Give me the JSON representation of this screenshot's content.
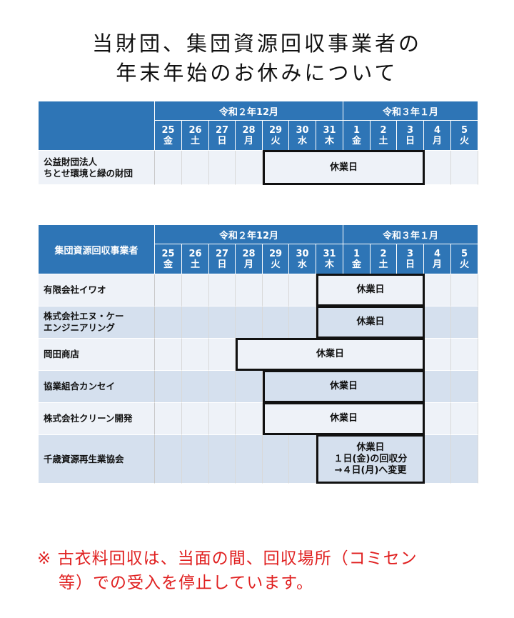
{
  "title": {
    "line1": "当財団、集団資源回収事業者の",
    "line2": "年末年始のお休みについて"
  },
  "months": {
    "dec": "令和２年12月",
    "jan": "令和３年１月"
  },
  "days": [
    {
      "num": "25",
      "dow": "金"
    },
    {
      "num": "26",
      "dow": "土"
    },
    {
      "num": "27",
      "dow": "日"
    },
    {
      "num": "28",
      "dow": "月"
    },
    {
      "num": "29",
      "dow": "火"
    },
    {
      "num": "30",
      "dow": "水"
    },
    {
      "num": "31",
      "dow": "木"
    },
    {
      "num": "1",
      "dow": "金"
    },
    {
      "num": "2",
      "dow": "土"
    },
    {
      "num": "3",
      "dow": "日"
    },
    {
      "num": "4",
      "dow": "月"
    },
    {
      "num": "5",
      "dow": "火"
    }
  ],
  "table1": {
    "corner": "",
    "rows": [
      {
        "name_l1": "公益財団法人",
        "name_l2": "ちとせ環境と緑の財団",
        "holiday": [
          "休業日"
        ],
        "start": 4,
        "end": 9
      }
    ]
  },
  "table2": {
    "corner": "集団資源回収事業者",
    "rows": [
      {
        "name_l1": "有限会社イワオ",
        "name_l2": "",
        "holiday": [
          "休業日"
        ],
        "start": 6,
        "end": 9
      },
      {
        "name_l1": "株式会社エヌ・ケー",
        "name_l2": "エンジニアリング",
        "holiday": [
          "休業日"
        ],
        "start": 6,
        "end": 9
      },
      {
        "name_l1": "岡田商店",
        "name_l2": "",
        "holiday": [
          "休業日"
        ],
        "start": 3,
        "end": 9
      },
      {
        "name_l1": "協業組合カンセイ",
        "name_l2": "",
        "holiday": [
          "休業日"
        ],
        "start": 4,
        "end": 9
      },
      {
        "name_l1": "株式会社クリーン開発",
        "name_l2": "",
        "holiday": [
          "休業日"
        ],
        "start": 4,
        "end": 9
      },
      {
        "name_l1": "千歳資源再生業協会",
        "name_l2": "",
        "holiday": [
          "休業日",
          "１日(金)の回収分",
          "→４日(月)へ変更"
        ],
        "start": 6,
        "end": 9
      }
    ]
  },
  "note": {
    "line1": "※ 古衣料回収は、当面の間、回収場所（コミセン",
    "line2": "等）での受入を停止しています。"
  }
}
